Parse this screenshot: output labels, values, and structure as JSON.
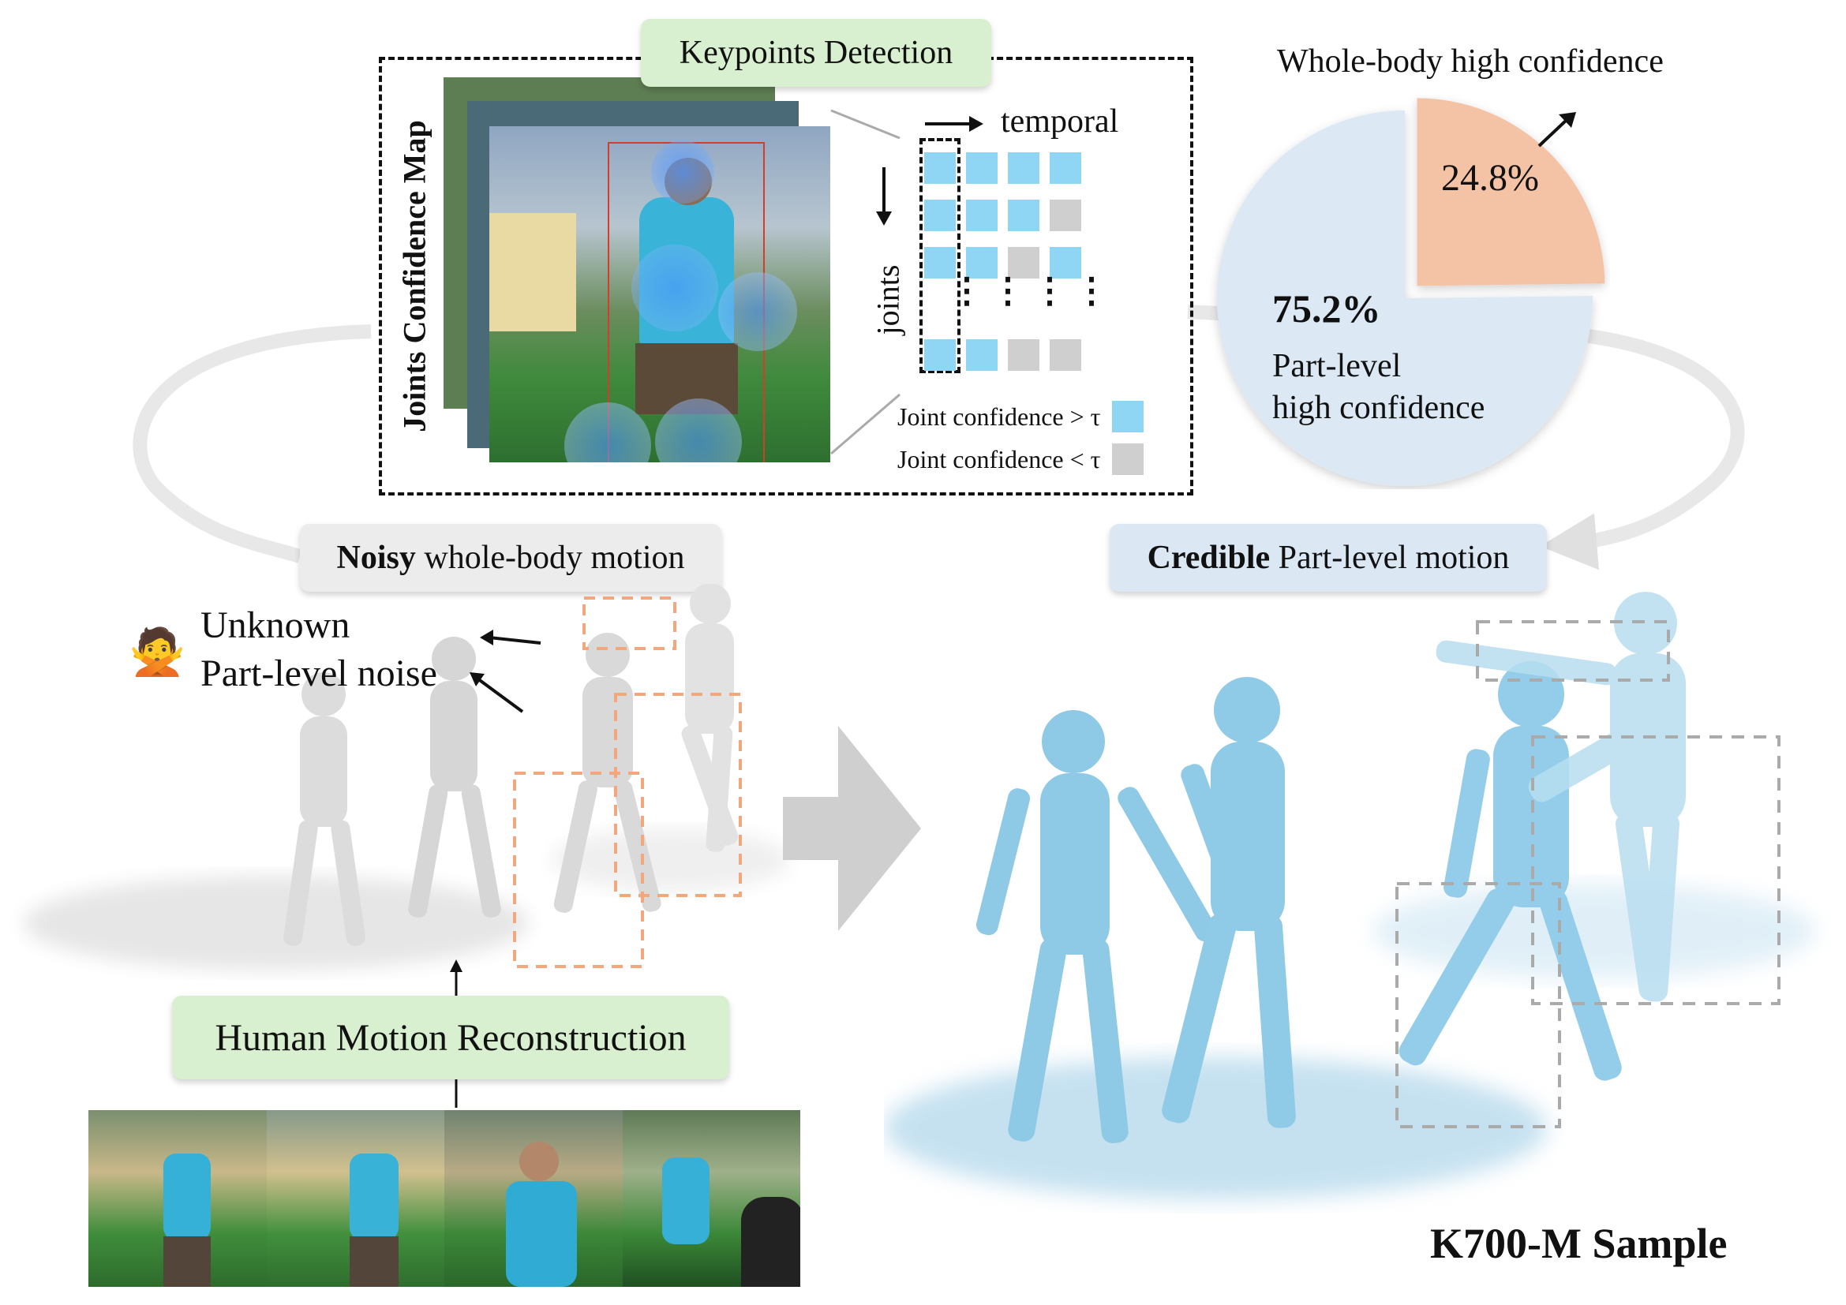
{
  "colors": {
    "confident": "#8fd6f4",
    "unconfident": "#cfcfcf",
    "pie_part": "#dce9f4",
    "pie_whole": "#f4c3a5",
    "tag_green": "#d8f0cf",
    "tag_grey": "#ececec",
    "tag_blue": "#dbe8f3",
    "body_grey": "#d9d9d9",
    "body_blue": "#8ec9e6",
    "noise_box": "#f2a77c"
  },
  "keypoints": {
    "title": "Keypoints Detection",
    "map_label": "Joints Confidence Map",
    "temporal_label": "temporal",
    "joints_label": "joints",
    "legend_high": "Joint confidence > τ",
    "legend_low": "Joint confidence < τ",
    "grid": [
      [
        1,
        1,
        1,
        1
      ],
      [
        1,
        1,
        1,
        0
      ],
      [
        1,
        1,
        0,
        1
      ],
      [
        1,
        1,
        0,
        0
      ]
    ]
  },
  "pie": {
    "whole_label": "Whole-body high confidence",
    "whole_value": "24.8%",
    "part_value": "75.2%",
    "part_label_line1": "Part-level",
    "part_label_line2": "high confidence"
  },
  "chart_data": {
    "type": "pie",
    "slices": [
      {
        "label": "Whole-body high confidence",
        "value": 24.8
      },
      {
        "label": "Part-level high confidence",
        "value": 75.2
      }
    ]
  },
  "noisy": {
    "tag_bold": "Noisy",
    "tag_rest": " whole-body motion",
    "unknown_line1": "Unknown",
    "unknown_line2": "Part-level noise",
    "emoji": "🙅"
  },
  "credible": {
    "tag_bold": "Credible",
    "tag_rest": " Part-level motion"
  },
  "reconstruction": {
    "title": "Human Motion Reconstruction"
  },
  "sample": {
    "label": "K700-M Sample"
  }
}
